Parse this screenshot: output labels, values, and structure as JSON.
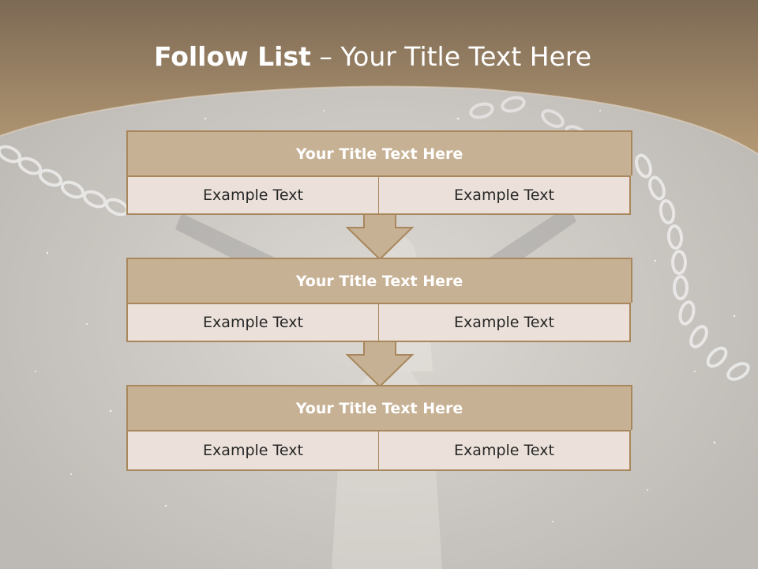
{
  "slide": {
    "title_bold": "Follow List",
    "title_rest": " – Your Title Text Here"
  },
  "blocks": [
    {
      "title": "Your Title Text Here",
      "left": "Example Text",
      "right": "Example Text"
    },
    {
      "title": "Your Title Text Here",
      "left": "Example Text",
      "right": "Example Text"
    },
    {
      "title": "Your Title Text Here",
      "left": "Example Text",
      "right": "Example Text"
    }
  ],
  "colors": {
    "header_band": "#a4845f",
    "block_title_fill": "#c7b194",
    "cell_fill": "#ebe1da",
    "border": "#a8875c",
    "arrow_fill": "#c7b194"
  }
}
